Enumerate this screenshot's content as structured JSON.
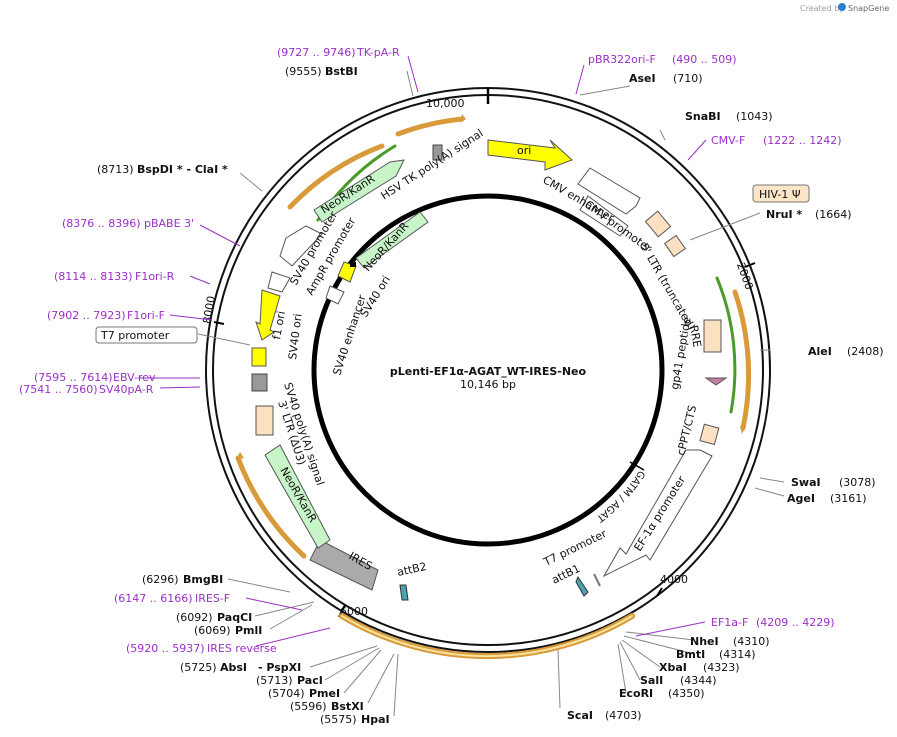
{
  "branding": {
    "text": "Created by",
    "product": "SnapGene"
  },
  "plasmid": {
    "name": "pLenti-EF1α-AGAT_WT-IRES-Neo",
    "size": "10,146 bp"
  },
  "ruler": [
    "10,000",
    "2000",
    "4000",
    "6000",
    "8000"
  ],
  "enzymes": {
    "asei": {
      "name": "AseI",
      "pos": "(710)"
    },
    "snabi": {
      "name": "SnaBI",
      "pos": "(1043)"
    },
    "nrui": {
      "name": "NruI *",
      "pos": "(1664)"
    },
    "alei": {
      "name": "AleI",
      "pos": "(2408)"
    },
    "swai": {
      "name": "SwaI",
      "pos": "(3078)"
    },
    "agei": {
      "name": "AgeI",
      "pos": "(3161)"
    },
    "nhei": {
      "name": "NheI",
      "pos": "(4310)"
    },
    "bmti": {
      "name": "BmtI",
      "pos": "(4314)"
    },
    "xbai": {
      "name": "XbaI",
      "pos": "(4323)"
    },
    "sali": {
      "name": "SalI",
      "pos": "(4344)"
    },
    "ecori": {
      "name": "EcoRI",
      "pos": "(4350)"
    },
    "scai": {
      "name": "ScaI",
      "pos": "(4703)"
    },
    "hpai": {
      "name": "HpaI",
      "pos": "(5575)"
    },
    "bstxi": {
      "name": "BstXI",
      "pos": "(5596)"
    },
    "pmei": {
      "name": "PmeI",
      "pos": "(5704)"
    },
    "paci": {
      "name": "PacI",
      "pos": "(5713)"
    },
    "absi": {
      "name": "AbsI",
      "name2": "- PspXI",
      "pos": "(5725)"
    },
    "pmli": {
      "name": "PmlI",
      "pos": "(6069)"
    },
    "paqci": {
      "name": "PaqCI",
      "pos": "(6092)"
    },
    "bmgbi": {
      "name": "BmgBI",
      "pos": "(6296)"
    },
    "bspdi": {
      "name": "BspDI * - ClaI *",
      "pos": "(8713)"
    },
    "bstbi": {
      "name": "BstBI",
      "pos": "(9555)"
    }
  },
  "primers": {
    "tkpa": {
      "name": "TK-pA-R",
      "range": "(9727 .. 9746)"
    },
    "pbr": {
      "name": "pBR322ori-F",
      "range": "(490 .. 509)"
    },
    "cmvf": {
      "name": "CMV-F",
      "range": "(1222 .. 1242)"
    },
    "pbabe": {
      "name": "pBABE 3'",
      "range": "(8376 .. 8396)"
    },
    "f1r": {
      "name": "F1ori-R",
      "range": "(8114 .. 8133)"
    },
    "f1f": {
      "name": "F1ori-F",
      "range": "(7902 .. 7923)"
    },
    "ebv": {
      "name": "EBV-rev",
      "range": "(7595 .. 7614)"
    },
    "sv40pa": {
      "name": "SV40pA-R",
      "range": "(7541 .. 7560)"
    },
    "iresf": {
      "name": "IRES-F",
      "range": "(6147 .. 6166)"
    },
    "iresrev": {
      "name": "IRES reverse",
      "range": "(5920 .. 5937)"
    },
    "ef1af": {
      "name": "EF1a-F",
      "range": "(4209 .. 4229)"
    }
  },
  "boxed": {
    "hiv": "HIV-1 Ψ",
    "t7": "T7 promoter"
  },
  "features": {
    "ori": "ori",
    "hsv": "HSV TK poly(A) signal",
    "neo1": "NeoR/KanR",
    "neo2": "NeoR/KanR",
    "neo3": "NeoR/KanR",
    "sv40prom": "SV40 promoter",
    "ampr": "AmpR promoter",
    "sv40enh": "SV40 enhancer",
    "sv40ori1": "SV40 ori",
    "f1ori": "f1 ori",
    "sv40ori2": "SV40 ori",
    "sv40pa": "SV40 poly(A) signal",
    "ltr3": "3' LTR (ΔU3)",
    "ires": "IRES",
    "attb2": "attB2",
    "cmvenh": "CMV enhancer",
    "cmvprom": "CMV promoter",
    "ltr5": "5' LTR (truncated)",
    "rre": "RRE",
    "gp41": "gp41 peptide",
    "cppt": "cPPT/CTS",
    "ef1a": "EF-1α promoter",
    "t7prom": "T7 promoter",
    "attb1": "attB1",
    "agat": "GATM / AGAT"
  }
}
